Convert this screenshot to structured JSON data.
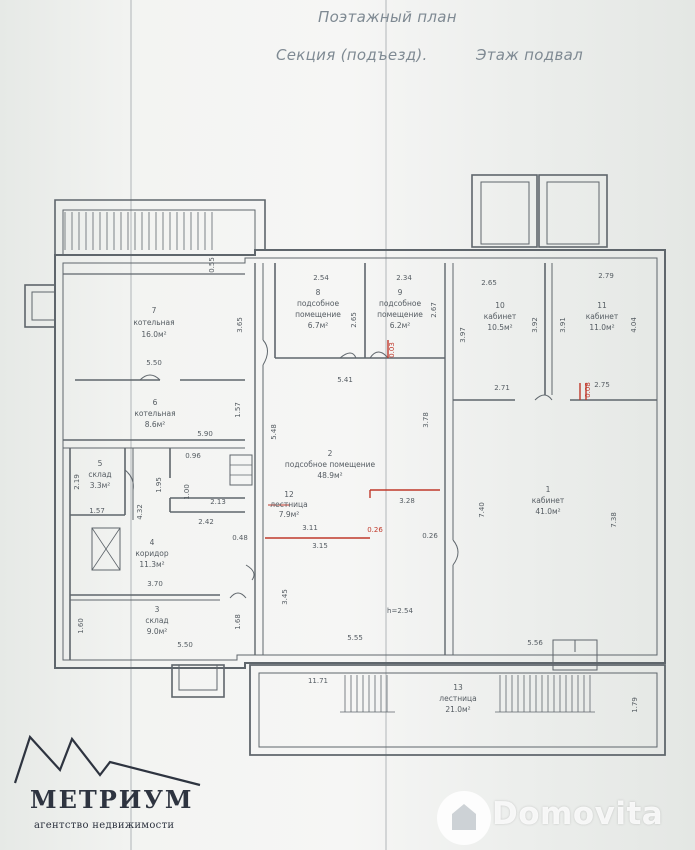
{
  "header": {
    "line1": "Поэтажный план",
    "line2_left": "Секция (подъезд).",
    "line2_right": "Этаж подвал"
  },
  "rooms": [
    {
      "num": "7",
      "name": "котельная",
      "area": "16.0м²"
    },
    {
      "num": "6",
      "name": "котельная",
      "area": "8.6м²"
    },
    {
      "num": "5",
      "name": "склад",
      "area": "3.3м²"
    },
    {
      "num": "4",
      "name": "коридор",
      "area": "11.3м²"
    },
    {
      "num": "3",
      "name": "склад",
      "area": "9.0м²"
    },
    {
      "num": "8",
      "name1": "подсобное",
      "name2": "помещение",
      "area": "6.7м²"
    },
    {
      "num": "9",
      "name1": "подсобное",
      "name2": "помещение",
      "area": "6.2м²"
    },
    {
      "num": "2",
      "name": "подсобное помещение",
      "area": "48.9м²"
    },
    {
      "num": "12",
      "name": "лестница",
      "area": "7.9м²"
    },
    {
      "num": "10",
      "name": "кабинет",
      "area": "10.5м²"
    },
    {
      "num": "11",
      "name": "кабинет",
      "area": "11.0м²"
    },
    {
      "num": "1",
      "name": "кабинет",
      "area": "41.0м²"
    },
    {
      "num": "13",
      "name": "лестница",
      "area": "21.0м²"
    }
  ],
  "dims": {
    "d550": "5.50",
    "d590": "5.90",
    "d365": "3.65",
    "d157": "1.57",
    "d055": "0.55",
    "d254": "2.54",
    "d234": "2.34",
    "d265a": "2.65",
    "d265b": "2.65",
    "d267": "2.67",
    "d541": "5.41",
    "d548": "5.48",
    "d378": "3.78",
    "d328": "3.28",
    "d311": "3.11",
    "d315": "3.15",
    "d048": "0.48",
    "d345": "3.45",
    "d555": "5.55",
    "h": "h=2.54",
    "d279": "2.79",
    "d397": "3.97",
    "d392": "3.92",
    "d391": "3.91",
    "d404": "4.04",
    "d271": "2.71",
    "d275": "2.75",
    "d740": "7.40",
    "d738": "7.38",
    "d556": "5.56",
    "d026": "0.26",
    "d096": "0.96",
    "d213": "2.13",
    "d219": "2.19",
    "d195": "1.95",
    "d432": "4.32",
    "d242": "2.42",
    "d157b": "1.57",
    "d370": "3.70",
    "d160": "1.60",
    "d168": "1.68",
    "d550b": "5.50",
    "d1171": "11.71",
    "d179": "1.79",
    "d100": "1.00"
  },
  "red_dims": {
    "r003": "0.03",
    "r008": "0.08",
    "r026": "0.26"
  },
  "logo": {
    "word": "МЕТРИУМ",
    "sub": "агентство недвижимости"
  },
  "watermark": {
    "text": "Domovita"
  },
  "colors": {
    "wall": "#5f666c",
    "red": "#c0392b",
    "header": "#7f8a93"
  }
}
